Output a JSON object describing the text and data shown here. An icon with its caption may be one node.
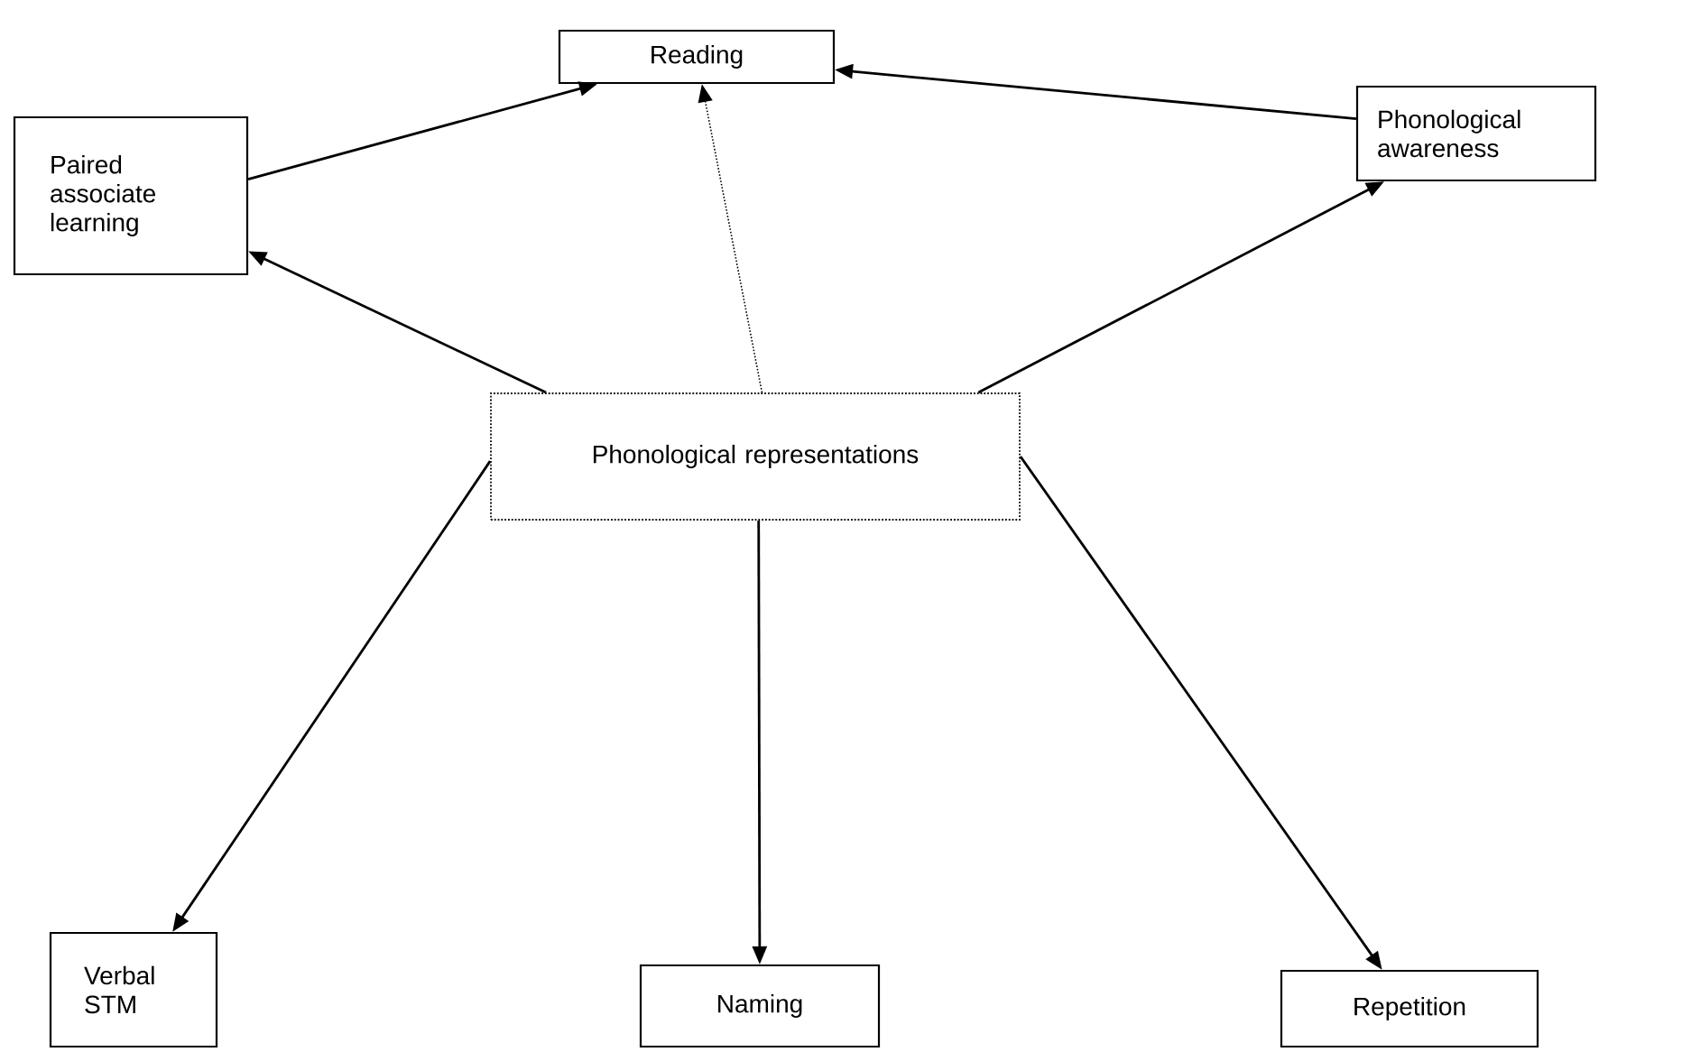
{
  "diagram": {
    "nodes": [
      {
        "text": [
          "Reading"
        ]
      },
      {
        "text": [
          "Paired associate learning"
        ]
      },
      {
        "text": [
          "Phonological awareness"
        ]
      },
      {
        "text": [
          "Phonological representations"
        ]
      },
      {
        "text": [
          "Verbal STM"
        ]
      },
      {
        "text": [
          "Naming"
        ]
      },
      {
        "text": [
          "Repetition"
        ]
      }
    ],
    "edges": [
      {
        "from": 1,
        "to": 0,
        "arrow": "to"
      },
      {
        "from": 2,
        "to": 0,
        "arrow": "to"
      },
      {
        "from": 3,
        "to": 0,
        "arrow": "to",
        "style": "dashed"
      },
      {
        "from": 3,
        "to": 1,
        "arrow": "to"
      },
      {
        "from": 3,
        "to": 2,
        "arrow": "to"
      },
      {
        "from": 3,
        "to": 4,
        "arrow": "to"
      },
      {
        "from": 3,
        "to": 5,
        "arrow": "to"
      },
      {
        "from": 3,
        "to": 6,
        "arrow": "to"
      }
    ]
  }
}
